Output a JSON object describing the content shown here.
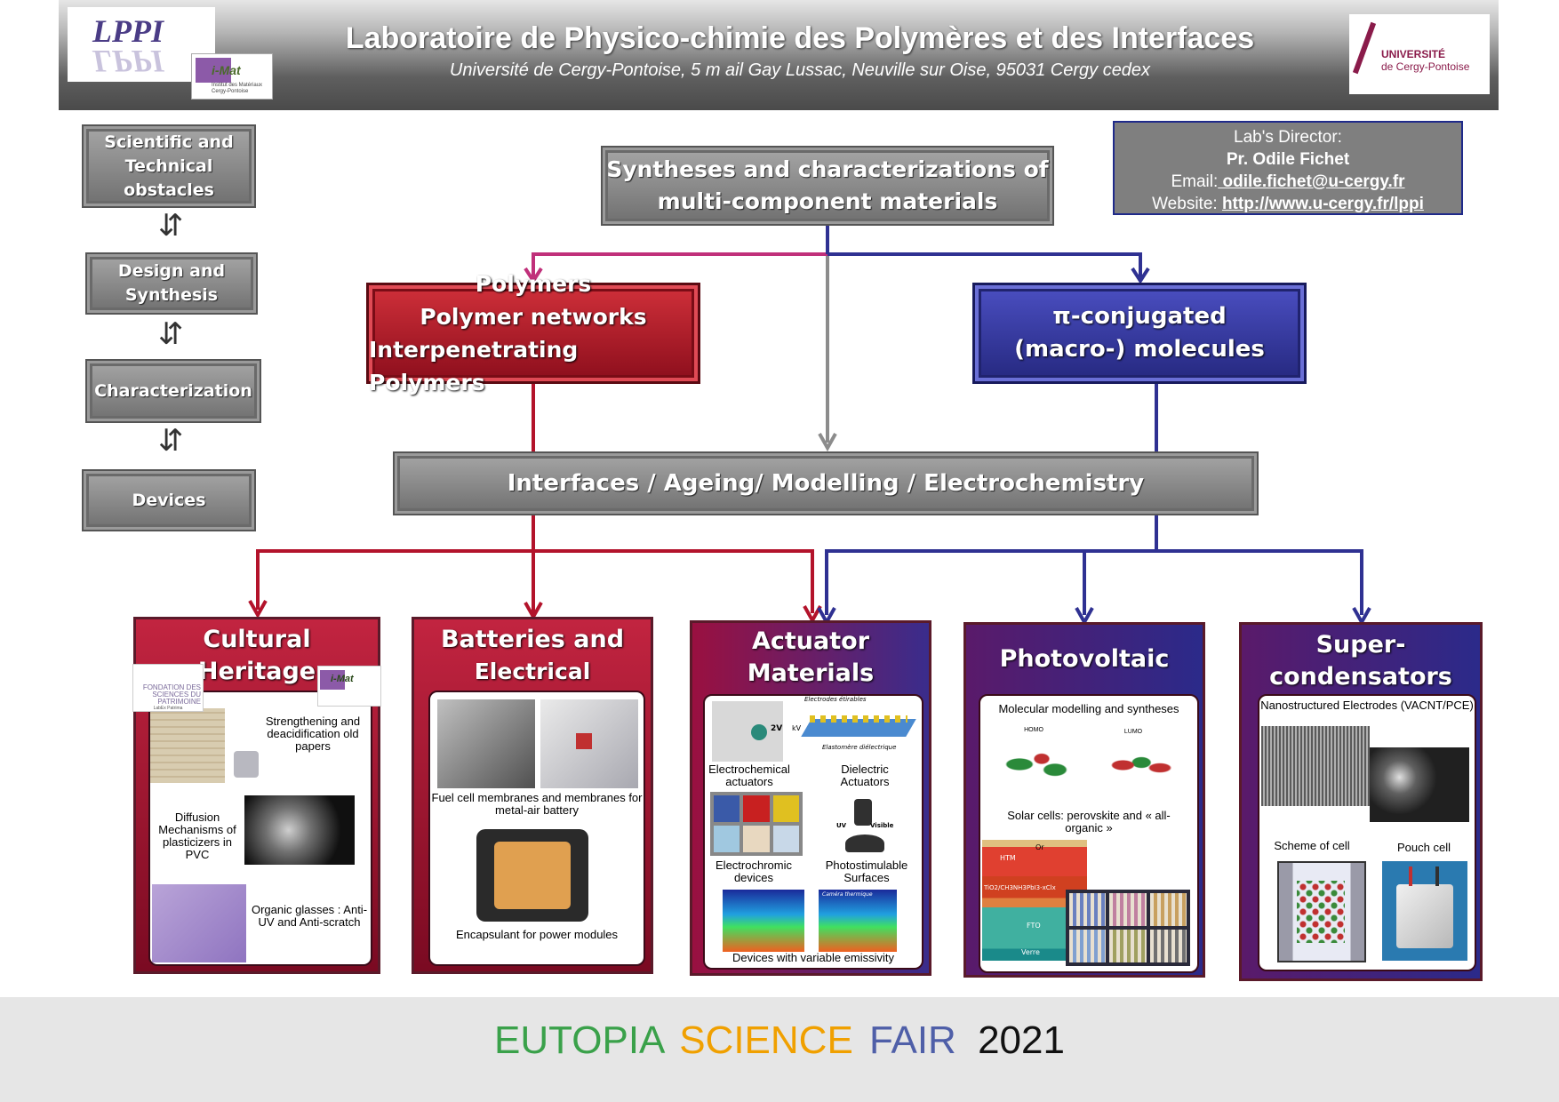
{
  "header": {
    "title": "Laboratoire de Physico-chimie  des Polymères et des Interfaces",
    "subtitle": "Université de Cergy-Pontoise, 5 m     ail Gay Lussac, Neuville sur Oise, 95031 Cergy cedex",
    "logo_lppi": "LPPI",
    "logo_imat": "i-Mat",
    "logo_imat_sub": "Institut des Matériaux Cergy-Pontoise",
    "logo_ucp_line1": "UNIVERSITÉ",
    "logo_ucp_line2": "de Cergy-Pontoise"
  },
  "steps": [
    "Scientific and Technical obstacles",
    "Design and Synthesis",
    "Characterization",
    "Devices"
  ],
  "step_arrow": "⇵",
  "director": {
    "label": "Lab's Director:",
    "name": "Pr. Odile Fichet",
    "email_label": "Email:",
    "email": " odile.fichet@u-cergy.fr",
    "website_label": "Website:",
    "website": "http://www.u-cergy.fr/lppi"
  },
  "main_box": {
    "line1": "Syntheses and characterizations of",
    "line2": "multi-component materials"
  },
  "polymers_box": {
    "line1": "Polymers",
    "line2": "Polymer networks",
    "line3": "Interpenetrating Polymers"
  },
  "conjugated_box": {
    "line1": "π-conjugated",
    "line2": "(macro-) molecules"
  },
  "interfaces_box": "Interfaces / Ageing/ Modelling / Electrochemistry",
  "panels": {
    "cultural": {
      "title1": "Cultural",
      "title2": "Heritage",
      "logo_fondation": "FONDATION DES SCIENCES DU PATRIMOINE",
      "logo_fondation_sub": "LabEx Patrima",
      "logo_imat": "i-Mat",
      "cap1": "Strengthening and deacidification old papers",
      "cap2": "Diffusion Mechanisms of plasticizers in PVC",
      "cap3": "Organic glasses : Anti-UV and Anti-scratch"
    },
    "batteries": {
      "title1": "Batteries and",
      "title2": "Electrical insulators",
      "cap1": "Fuel cell membranes and membranes for metal-air battery",
      "cap2": "Encapsulant for power modules"
    },
    "actuator": {
      "title1": "Actuator",
      "title2": "Materials",
      "cap1": "Electrochemical actuators",
      "cap2": "Dielectric Actuators",
      "cap3": "Electrochromic devices",
      "cap4": "Photostimulable Surfaces",
      "cap5": "Devices  with variable emissivity",
      "lbl_electrodes": "Electrodes étirables",
      "lbl_elastomer": "Elastomère diélectrique",
      "lbl_kv": "kV",
      "lbl_2v": "2V",
      "lbl_uv": "UV",
      "lbl_visible": "Visible",
      "lbl_camera": "Caméra thermique"
    },
    "photovoltaic": {
      "title1": "Photovoltaic",
      "cap1": "Molecular modelling and syntheses",
      "lbl_homo": "HOMO",
      "lbl_lumo": "LUMO",
      "cap2": "Solar cells: perovskite and « all-organic »",
      "lbl_au": "Or",
      "lbl_htm": "HTM",
      "lbl_perov": "TiO2/CH3NH3PbI3-xClx",
      "lbl_fto": "FTO",
      "lbl_verre": "Verre"
    },
    "super": {
      "title1": "Super-",
      "title2": "condensators",
      "cap1": "Nanostructured Electrodes (VACNT/PCE)",
      "cap2": "Scheme of cell",
      "cap3": "Pouch cell"
    }
  },
  "footer": {
    "w1": "EUTOPIA",
    "w2": "SCIENCE",
    "w3": "FAIR",
    "w4": "2021"
  },
  "colors": {
    "red": "#b3132b",
    "blue": "#2f3192",
    "grey_arrow": "#8c8c8c",
    "magenta": "#c0307a",
    "eutopia": "#3aa14a",
    "science": "#f0a000",
    "fair": "#4f5fa8",
    "year": "#111111"
  }
}
